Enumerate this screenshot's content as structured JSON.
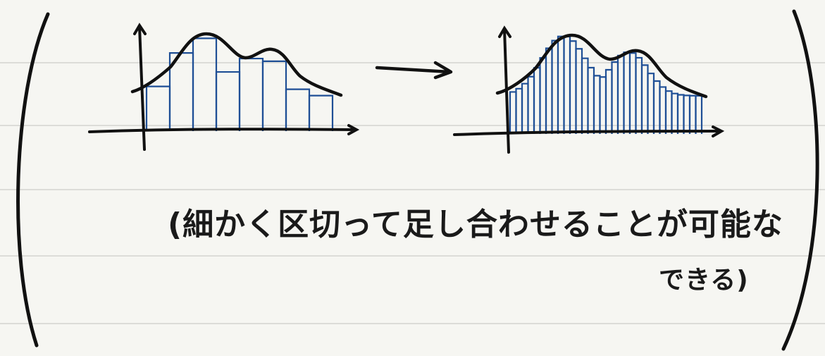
{
  "note": {
    "line1": "(細かく区切って足し合わせることが可能な",
    "line2": "できる)"
  },
  "colors": {
    "background": "#f6f6f2",
    "rule_lines": "#dcdcd8",
    "ink": "#111111",
    "bars": "#1f4f96"
  },
  "diagram": {
    "left_plot": {
      "bar_tops": [
        122,
        122,
        90,
        90,
        55,
        55,
        82,
        82,
        88,
        88,
        75,
        75,
        118,
        118,
        130,
        130
      ],
      "bar_count": 8
    },
    "right_plot": {
      "bar_count": 32
    },
    "arrow": "right-arrow"
  }
}
